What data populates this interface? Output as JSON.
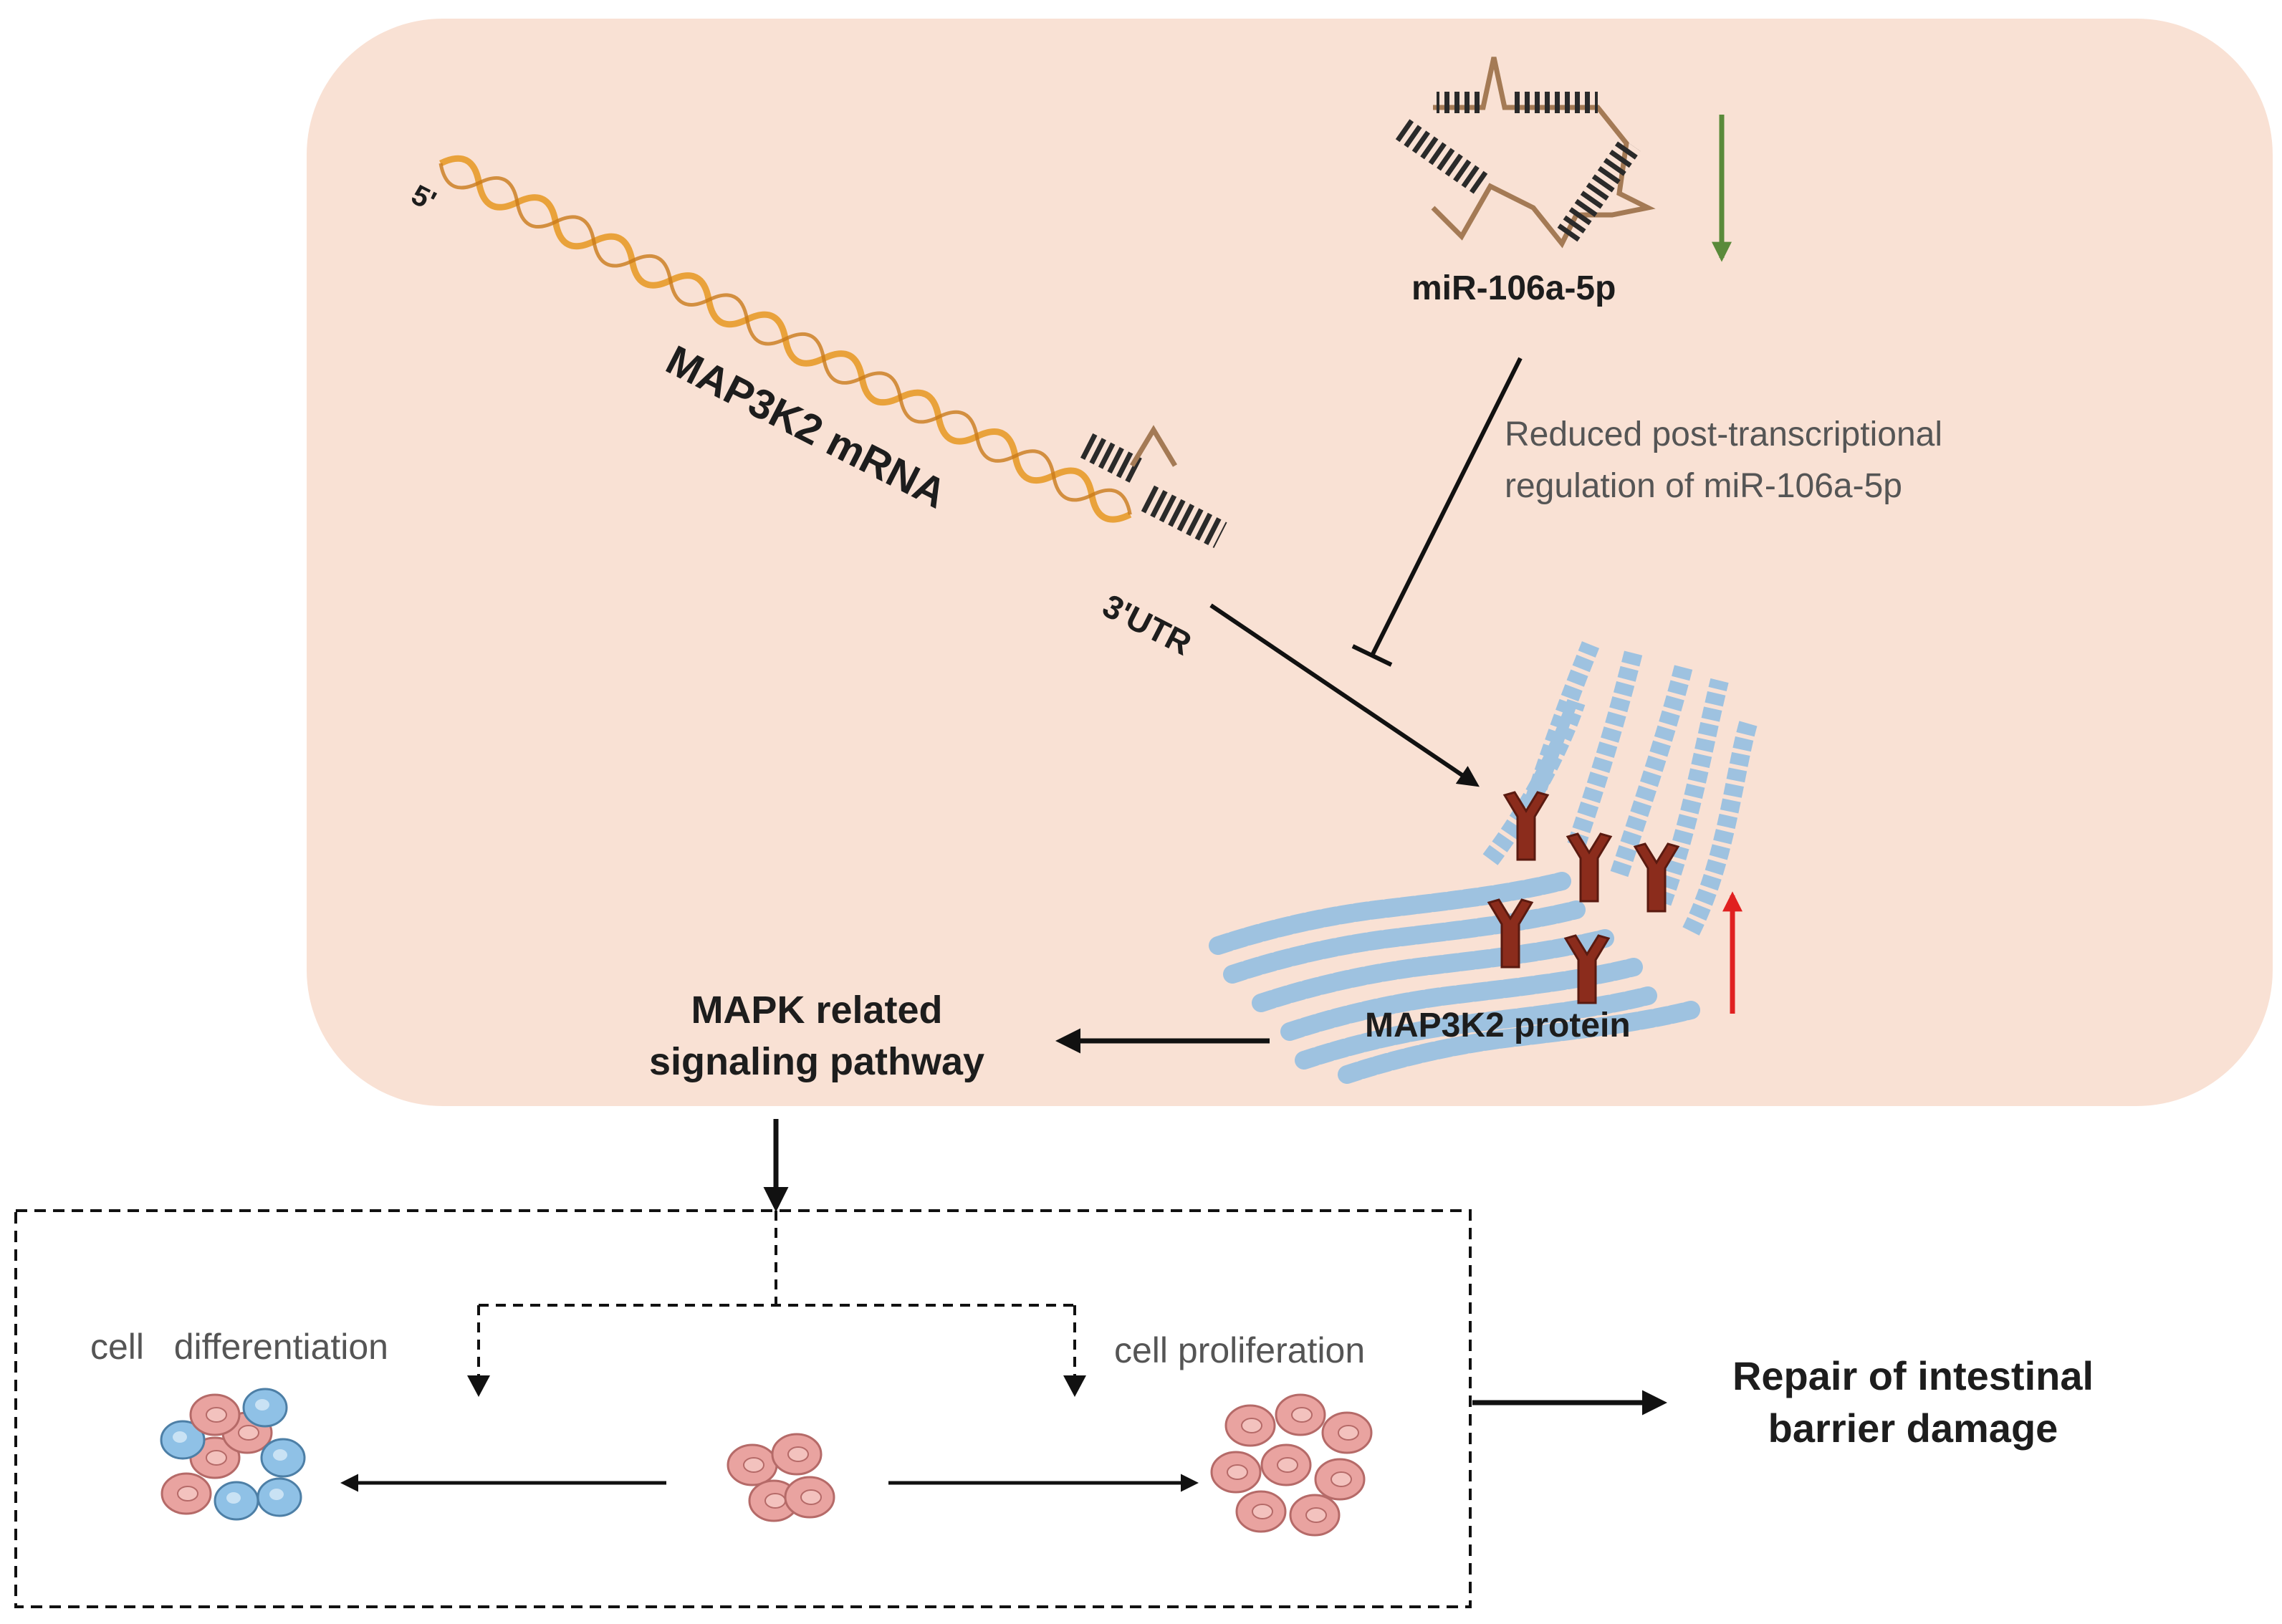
{
  "labels": {
    "five_prime": "5'",
    "mrna": "MAP3K2 mRNA",
    "utr": "3'UTR",
    "mirna": "miR-106a-5p",
    "reg_line1": "Reduced post-transcriptional",
    "reg_line2": "regulation of miR-106a-5p",
    "protein": "MAP3K2 protein",
    "mapk_line1": "MAPK related",
    "mapk_line2": "signaling pathway",
    "differentiation": "cell   differentiation",
    "proliferation": "cell proliferation",
    "repair_line1": "Repair of intestinal",
    "repair_line2": "barrier damage"
  },
  "colors": {
    "cell_background": "#f9e1d4",
    "mrna_strand": "#e9a23b",
    "mirna_strand": "#a47a55",
    "protein_fibers": "#9ec2e0",
    "receptor": "#8b2c1c",
    "down_arrow": "#5a8a3a",
    "up_arrow": "#e02020",
    "cell_pink": "#e9a3a0",
    "cell_blue": "#8fc1e6"
  },
  "icons": {
    "mirna": "mirna-hairpin-icon",
    "protein": "protein-fiber-icon",
    "receptor": "receptor-icon",
    "cells": "cell-cluster-icon"
  },
  "indicators": {
    "mirna_level": "decreased",
    "protein_level": "increased"
  }
}
